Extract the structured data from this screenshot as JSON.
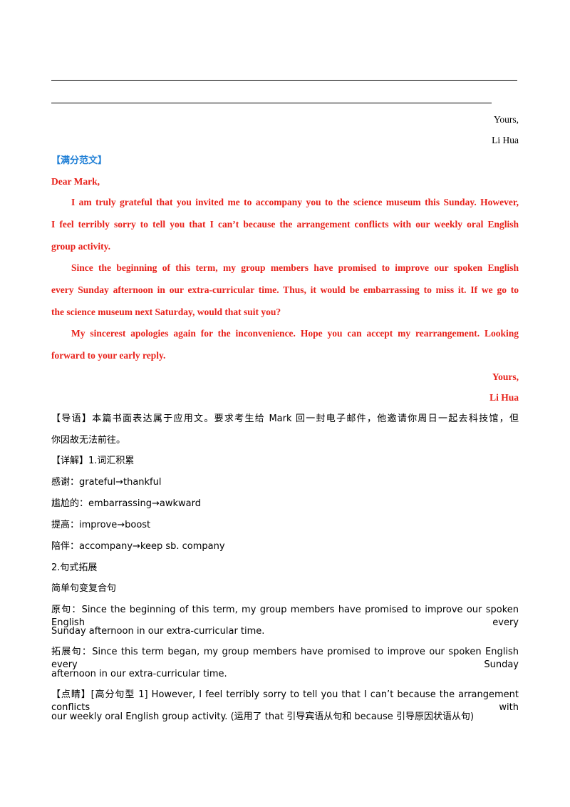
{
  "closing_top": {
    "valediction": "Yours,",
    "name": "Li Hua"
  },
  "model_label": "【满分范文】",
  "model_essay": {
    "salutation": "Dear Mark,",
    "p1_l1": "I am truly grateful that you invited me to accompany you to the science museum this Sunday. However,",
    "p1_l2": "I feel terribly sorry to tell you that I can’t because the arrangement conflicts with our weekly oral English",
    "p1_l3": "group activity.",
    "p2_l1": "Since the beginning of this term, my group members have promised to improve our spoken English",
    "p2_l2": "every Sunday afternoon in our extra-curricular time. Thus, it would be embarrassing to miss it. If we go to",
    "p2_l3": "the science museum next Saturday, would that suit you?",
    "p3_l1": "My sincerest apologies again for the inconvenience. Hope you can accept my rearrangement. Looking",
    "p3_l2": "forward to your early reply.",
    "valediction": "Yours,",
    "name": "Li Hua"
  },
  "analysis": {
    "intro_l1": "【导语】本篇书面表达属于应用文。要求考生给 Mark 回一封电子邮件，他邀请你周日一起去科技馆，但",
    "intro_l2": "你因故无法前往。",
    "detail_heading": "【详解】1.词汇积累",
    "vocab": [
      "感谢：grateful→thankful",
      "尴尬的：embarrassing→awkward",
      "提高：improve→boost",
      "陪伴：accompany→keep sb. company"
    ],
    "section2": "2.句式拓展",
    "subsection": "简单句变复合句",
    "orig_l1": "原句：Since the beginning of this term, my group members have promised to improve our spoken English every",
    "orig_l2": "Sunday afternoon in our extra-curricular time.",
    "ext_l1": "拓展句：Since this term began, my group members have promised to improve our spoken English every Sunday",
    "ext_l2": "afternoon in our extra-curricular time.",
    "tip_l1": "【点睛】[高分句型 1] However, I feel terribly sorry to tell you that I can’t because the arrangement conflicts with",
    "tip_l2": "our weekly oral English group activity. (运用了 that 引导宾语从句和 because 引导原因状语从句)"
  }
}
